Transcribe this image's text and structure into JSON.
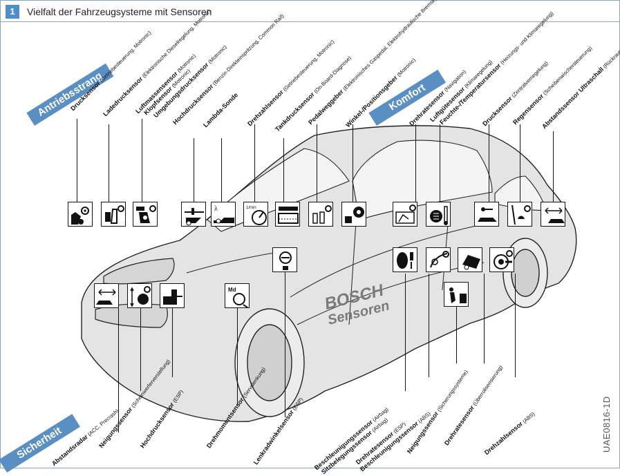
{
  "figure": {
    "number": "1",
    "title": "Vielfalt der Fahrzeugsysteme mit Sensoren",
    "code": "UAE0816-1D"
  },
  "car_text": {
    "brand": "BOSCH",
    "sub": "Sensoren"
  },
  "groups": {
    "antrieb": "Antriebsstrang",
    "komfort": "Komfort",
    "sicherheit": "Sicherheit"
  },
  "icon_glyphs": {
    "angle_sensor_unit": "1/min",
    "torque_unit": "Md"
  },
  "top_labels": [
    {
      "name": "Drucksensor",
      "desc": "(Getriebesteuerung, Motronic)"
    },
    {
      "name": "Ladedrucksensor",
      "desc": "(Elektronische Dieselregelung, Motronic)"
    },
    {
      "name": "Luftmassensensor",
      "desc": "(Motronic)"
    },
    {
      "name": "Klopfsensor",
      "desc": "(Motronic)"
    },
    {
      "name": "Umgebungsdrucksensor",
      "desc": "(Motronic)"
    },
    {
      "name": "Hochdrucksensor",
      "desc": "(Benzin-Direkteinspritzung, Common Rail)"
    },
    {
      "name": "Lambda-Sonde",
      "desc": ""
    },
    {
      "name": "Drehzahlsensor",
      "desc": "(Getriebesteuerung, Motronic)"
    },
    {
      "name": "Tankdrucksensor",
      "desc": "(On-Board-Diagnose)"
    },
    {
      "name": "Pedalweggeber",
      "desc": "(Elektronisches Gaspedal, Elektrohydraulische Bremse)"
    },
    {
      "name": "Winkel-/Positionsgeber",
      "desc": "(Motronic)"
    },
    {
      "name": "Drehratesensor",
      "desc": "(Navigation)"
    },
    {
      "name": "Luftgütesensor",
      "desc": "(Klimaregelung)"
    },
    {
      "name": "Feuchte-/Temperatursensor",
      "desc": "(Heizungs- und Klimaregelung)"
    },
    {
      "name": "Drucksensor",
      "desc": "(Zentralverriegelung)"
    },
    {
      "name": "Regensensor",
      "desc": "(Scheibenwischersteuerung)"
    },
    {
      "name": "Abstandssensor Ultraschall",
      "desc": "(Rückraumüberwachung)"
    }
  ],
  "bottom_labels": [
    {
      "name": "Abstandsradar",
      "desc": "(ACC, Precrash)"
    },
    {
      "name": "Neigungssensor",
      "desc": "(Scheinwerferverstellung)"
    },
    {
      "name": "Hochdrucksensor",
      "desc": "(ESP)"
    },
    {
      "name": "Drehmomentsensor",
      "desc": "(Servolenkung)"
    },
    {
      "name": "Lenkradwinkelsensor",
      "desc": "(ESP)"
    },
    {
      "name": "Beschleunigungssensor",
      "desc": "(Airbag)"
    },
    {
      "name": "Sitzbelegungssensor",
      "desc": "(Airbag)"
    },
    {
      "name": "Drehratesensor",
      "desc": "(ESP)"
    },
    {
      "name": "Beschleunigungssensor",
      "desc": "(ABS)"
    },
    {
      "name": "Neigungssensor",
      "desc": "(Sicherungssysteme)"
    },
    {
      "name": "Drehratesensor",
      "desc": "(Überrollsensierung)"
    },
    {
      "name": "Drehzahlsensor",
      "desc": "(ABS)"
    }
  ]
}
